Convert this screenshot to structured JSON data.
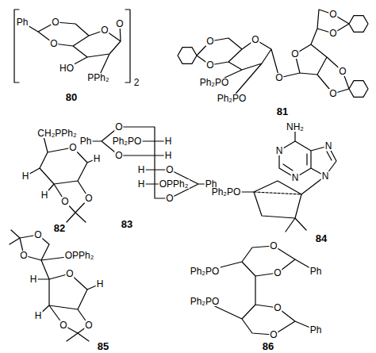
{
  "diagram": {
    "labels": [
      "Ph",
      "O",
      "O",
      "O",
      "O",
      "HO",
      "PPh₂",
      "2",
      "80",
      "O",
      "O",
      "O",
      "Ph₂PO",
      "Ph₂PO",
      "O",
      "O",
      "O",
      "O",
      "O",
      "O",
      "81",
      "CH₂PPh₂",
      "O",
      "H",
      "H",
      "H",
      "O",
      "O",
      "82",
      "O",
      "Ph",
      "Ph₂PO",
      "H",
      "O",
      "H",
      "H",
      "O",
      "H",
      "OPPh₂",
      "Ph",
      "O",
      "83",
      "NH₂",
      "N",
      "N",
      "N",
      "N",
      "Ph₂PO",
      "84",
      "O",
      "O",
      "OPPh₂",
      "O",
      "H",
      "H",
      "H",
      "O",
      "O",
      "85",
      "O",
      "O",
      "Ph",
      "Ph₂PO",
      "Ph₂PO",
      "O",
      "O",
      "Ph",
      "86"
    ]
  }
}
